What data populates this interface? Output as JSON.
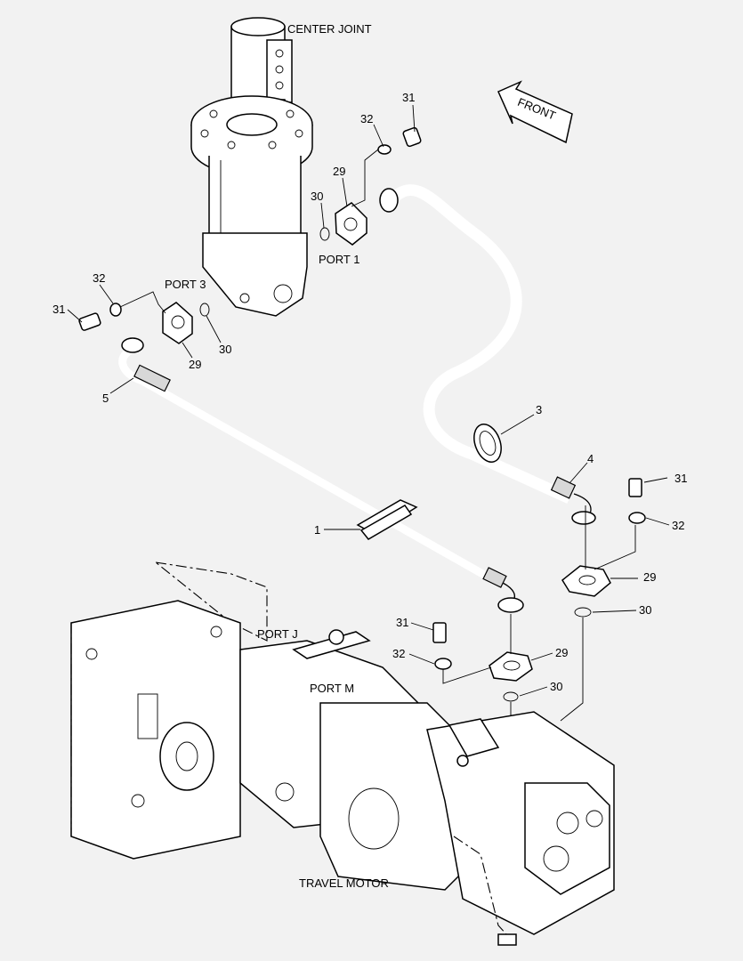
{
  "titles": {
    "center_joint": "CENTER JOINT",
    "travel_motor": "TRAVEL MOTOR",
    "front": "FRONT"
  },
  "ports": {
    "port1": "PORT 1",
    "port3": "PORT 3",
    "portj": "PORT J",
    "portm": "PORT M"
  },
  "callouts": {
    "c31a": "31",
    "c32a": "32",
    "c29a": "29",
    "c30a": "30",
    "c32b": "32",
    "c31b": "31",
    "c29b": "29",
    "c30b": "30",
    "c5": "5",
    "c3": "3",
    "c4": "4",
    "c1": "1",
    "c31c": "31",
    "c32c": "32",
    "c29c": "29",
    "c30c": "30",
    "c31d": "31",
    "c32d": "32",
    "c29d": "29",
    "c30d": "30"
  }
}
